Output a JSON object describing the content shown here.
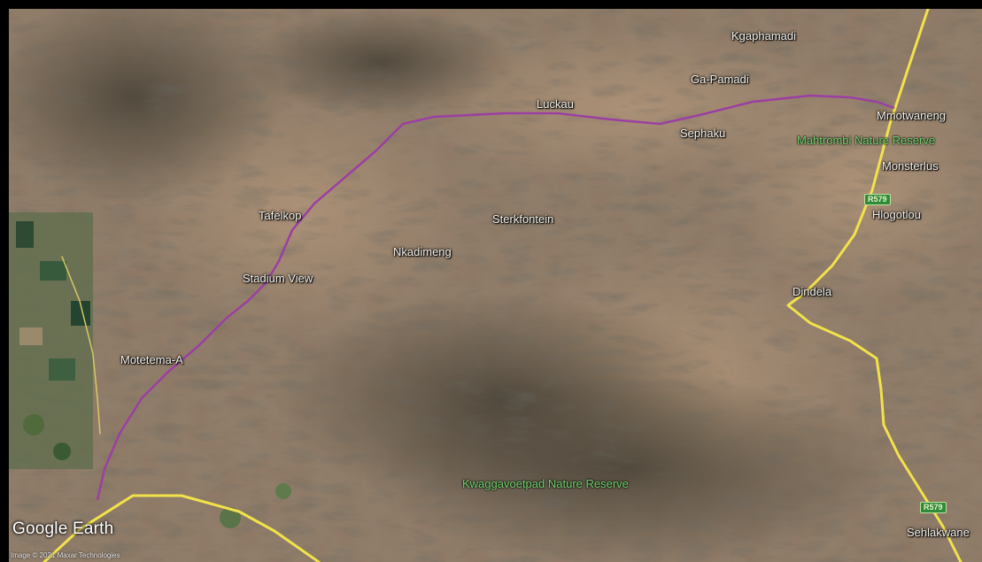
{
  "map": {
    "brand": "Google Earth",
    "attribution": "Image © 2021 Maxar Technologies",
    "colors": {
      "route": "#9b3fa2",
      "road": "#f2e24a",
      "terrain_base": "#8a7560",
      "reserve_label": "#6fd26b"
    },
    "places": [
      {
        "id": "kgaphamadi",
        "label": "Kgaphamadi"
      },
      {
        "id": "ga-pamadi",
        "label": "Ga-Pamadi"
      },
      {
        "id": "luckau",
        "label": "Luckau"
      },
      {
        "id": "sephaku",
        "label": "Sephaku"
      },
      {
        "id": "mmotwaneng",
        "label": "Mmotwaneng"
      },
      {
        "id": "monsterlus",
        "label": "Monsterlus"
      },
      {
        "id": "hlogotlou",
        "label": "Hlogotlou"
      },
      {
        "id": "tafelkop",
        "label": "Tafelkop"
      },
      {
        "id": "sterkfontein",
        "label": "Sterkfontein"
      },
      {
        "id": "nkadimeng",
        "label": "Nkadimeng"
      },
      {
        "id": "stadium-view",
        "label": "Stadium View"
      },
      {
        "id": "dindela",
        "label": "Dindela"
      },
      {
        "id": "motetema-a",
        "label": "Motetema-A"
      },
      {
        "id": "sehlakwane",
        "label": "Sehlakwane"
      }
    ],
    "reserves": [
      {
        "id": "mahtrombi",
        "label": "Mahtrombi Nature Reserve"
      },
      {
        "id": "kwaggavoetpad",
        "label": "Kwaggavoetpad Nature Reserve"
      }
    ],
    "road_shields": [
      {
        "id": "r579-north",
        "label": "R579"
      },
      {
        "id": "r579-south",
        "label": "R579"
      }
    ]
  }
}
